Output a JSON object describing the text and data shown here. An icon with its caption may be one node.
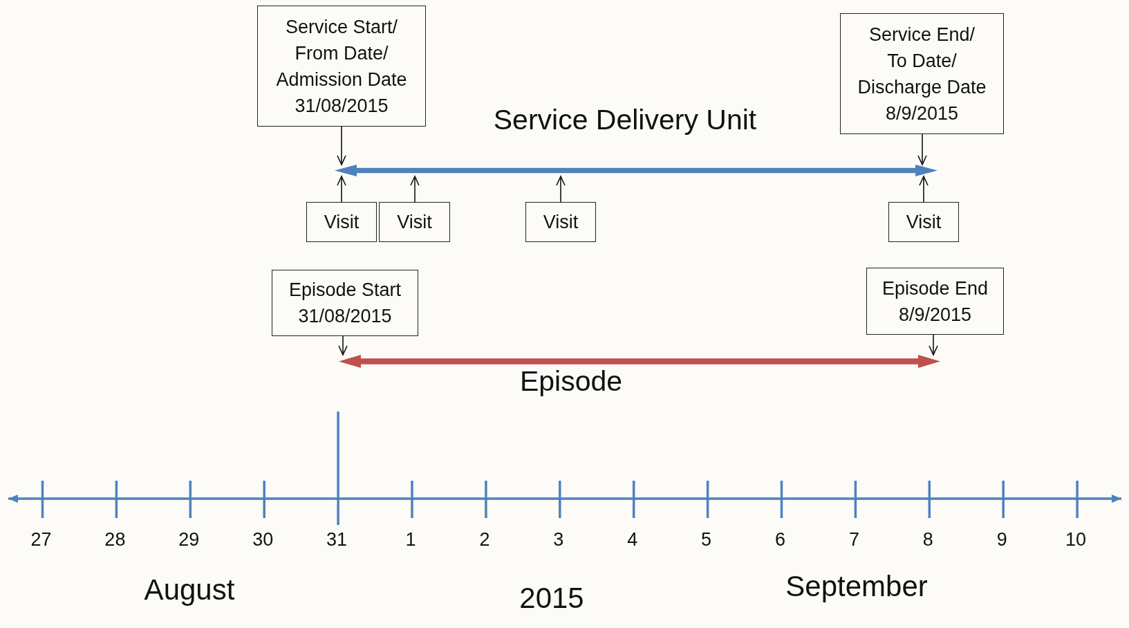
{
  "diagram": {
    "nodes": [
      {
        "text": [
          "Service Start/",
          "From Date/",
          "Admission Date",
          "31/08/2015"
        ]
      },
      {
        "text": [
          "Service End/",
          "To Date/",
          "Discharge Date",
          "8/9/2015"
        ]
      },
      {
        "text": [],
        "shape": "bar",
        "beside": [
          "Service Delivery Unit"
        ]
      },
      {
        "text": [
          "Visit"
        ]
      },
      {
        "text": [
          "Visit"
        ]
      },
      {
        "text": [
          "Visit"
        ]
      },
      {
        "text": [
          "Visit"
        ]
      },
      {
        "text": [
          "Episode Start",
          "31/08/2015"
        ]
      },
      {
        "text": [
          "Episode End",
          "8/9/2015"
        ]
      },
      {
        "text": [],
        "shape": "bar",
        "beside": [
          "Episode"
        ]
      }
    ],
    "edges": [
      {
        "from": 0,
        "to": 2,
        "arrow": "to"
      },
      {
        "from": 1,
        "to": 2,
        "arrow": "to"
      },
      {
        "from": 3,
        "to": 2,
        "arrow": "to"
      },
      {
        "from": 4,
        "to": 2,
        "arrow": "to"
      },
      {
        "from": 5,
        "to": 2,
        "arrow": "to"
      },
      {
        "from": 6,
        "to": 2,
        "arrow": "to"
      },
      {
        "from": 7,
        "to": 9,
        "arrow": "to"
      },
      {
        "from": 8,
        "to": 9,
        "arrow": "to"
      }
    ],
    "labels": [
      "27",
      "28",
      "29",
      "30",
      "31",
      "1",
      "2",
      "3",
      "4",
      "5",
      "6",
      "7",
      "8",
      "9",
      "10",
      "August",
      "2015",
      "September"
    ]
  }
}
